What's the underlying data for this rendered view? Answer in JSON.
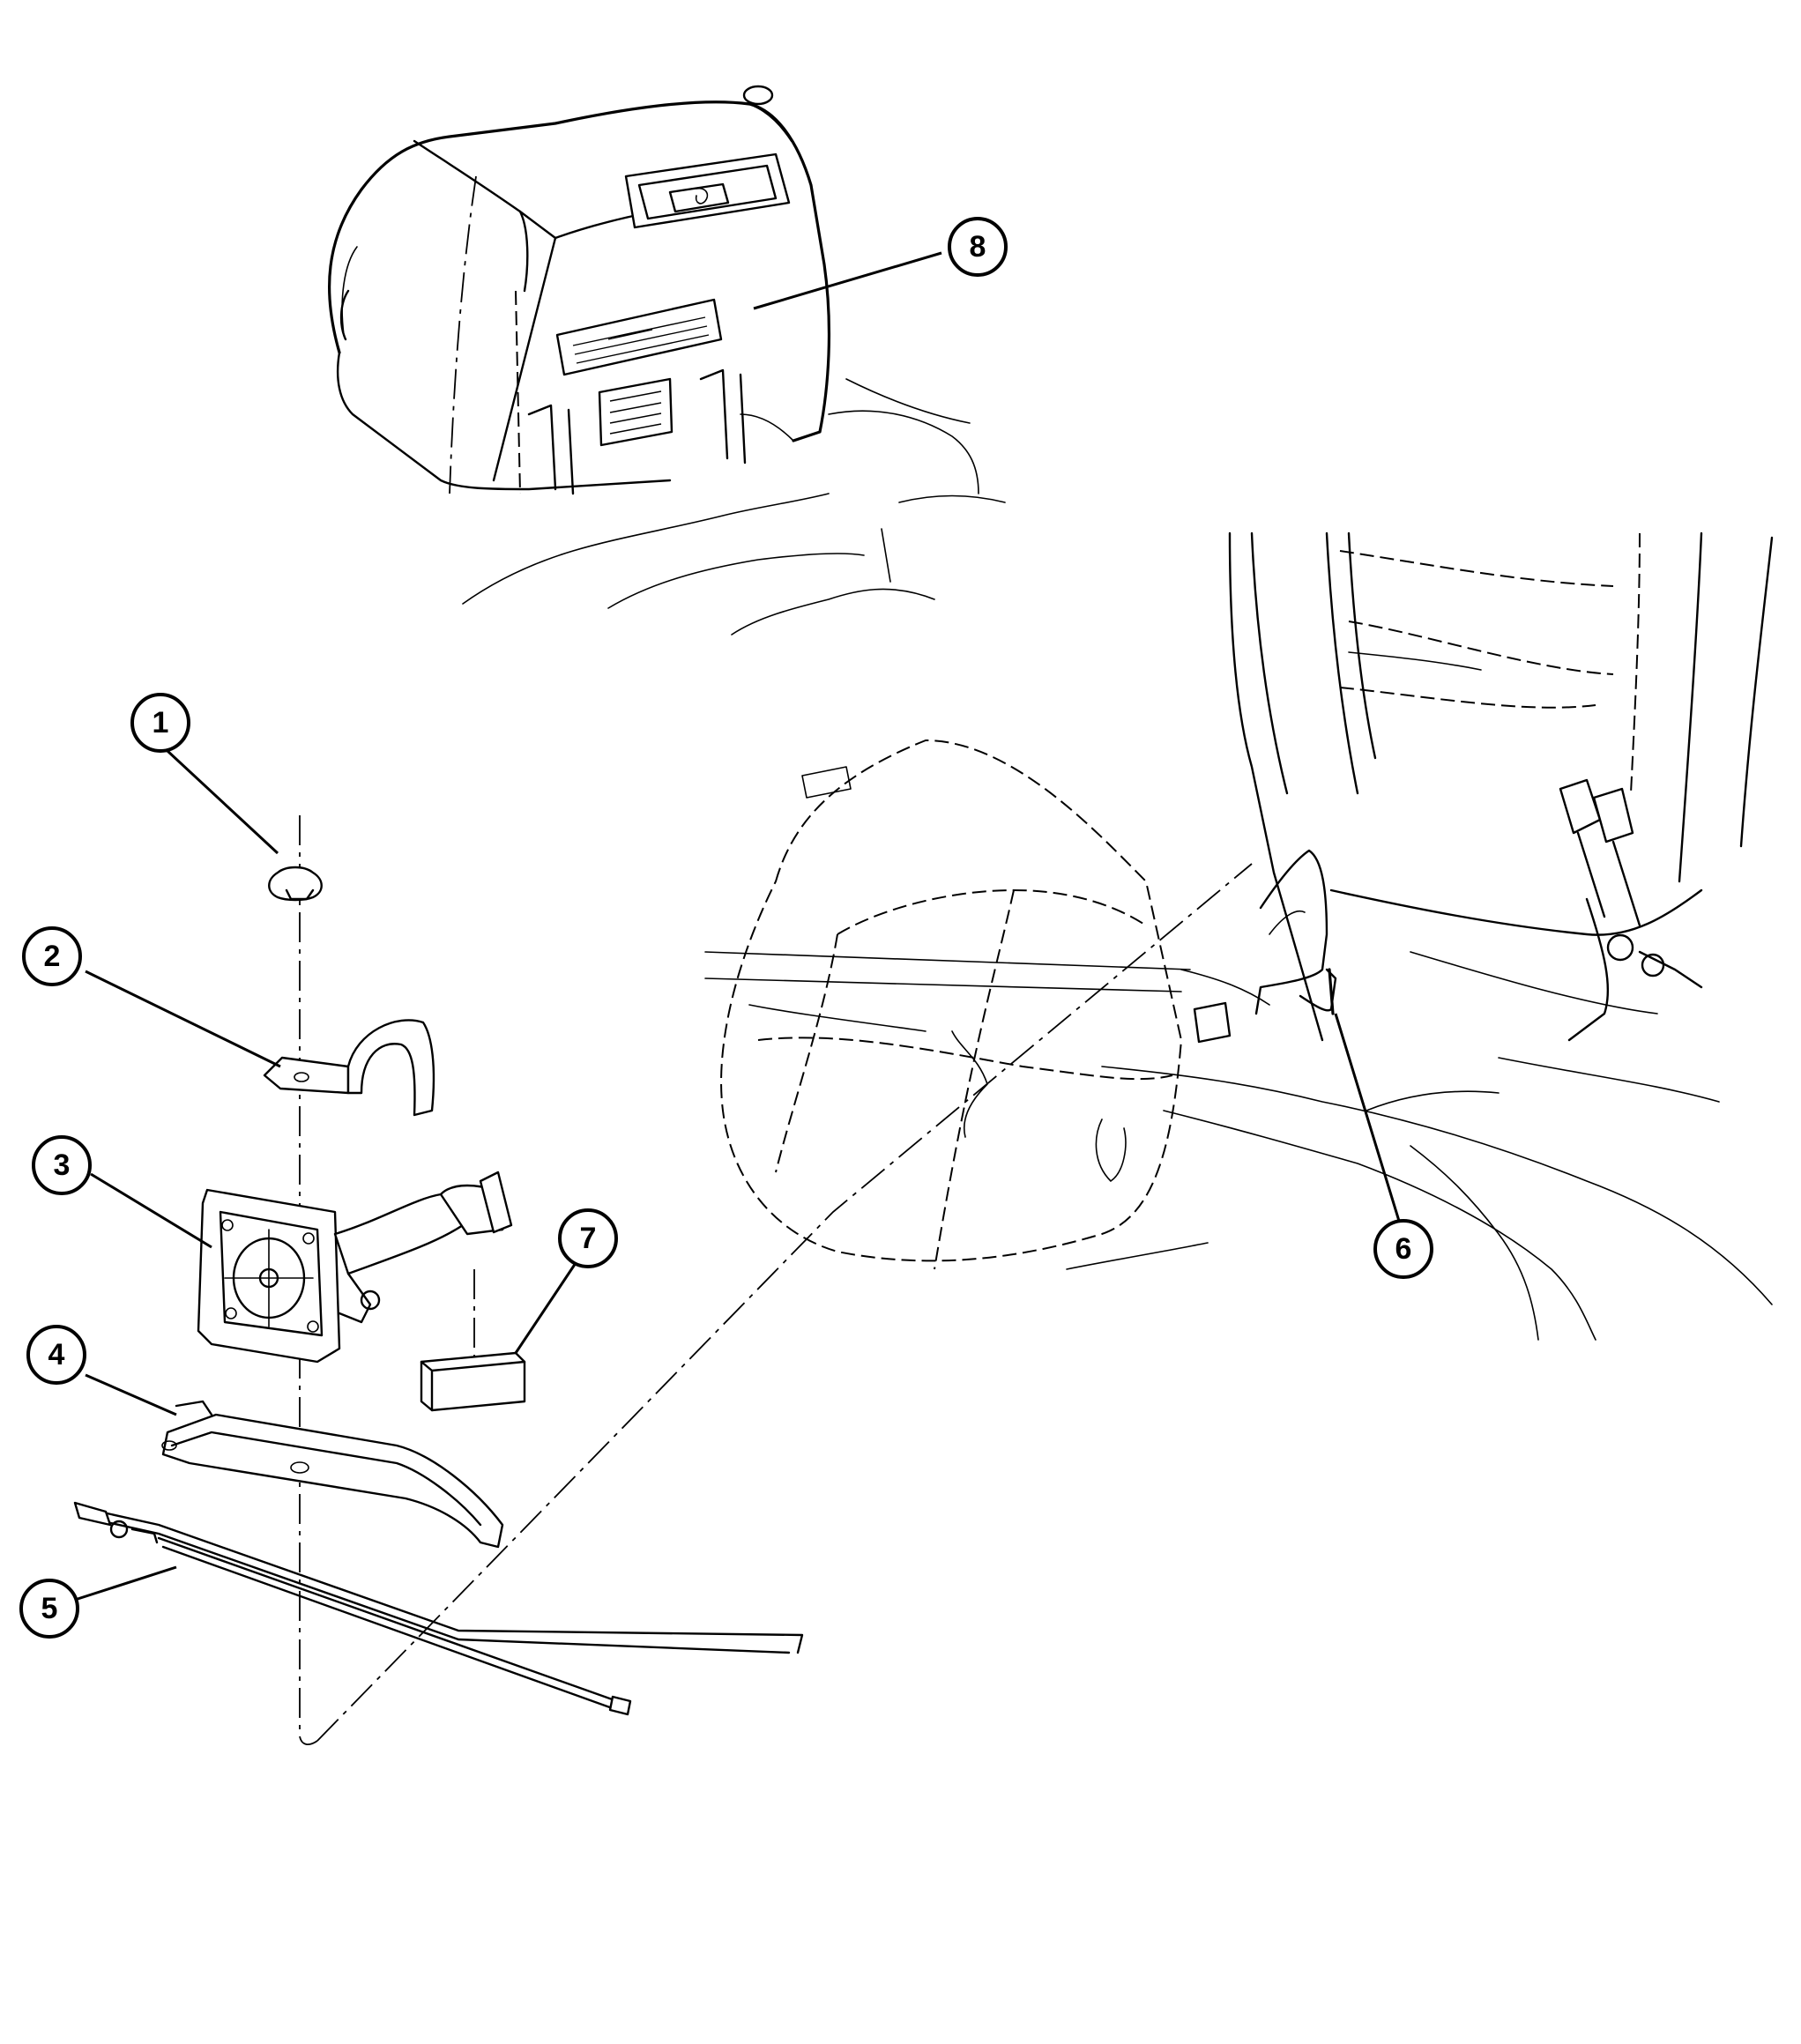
{
  "diagram": {
    "callouts": [
      {
        "id": 1,
        "label": "1"
      },
      {
        "id": 2,
        "label": "2"
      },
      {
        "id": 3,
        "label": "3"
      },
      {
        "id": 4,
        "label": "4"
      },
      {
        "id": 5,
        "label": "5"
      },
      {
        "id": 6,
        "label": "6"
      },
      {
        "id": 7,
        "label": "7"
      },
      {
        "id": 8,
        "label": "8"
      }
    ]
  }
}
